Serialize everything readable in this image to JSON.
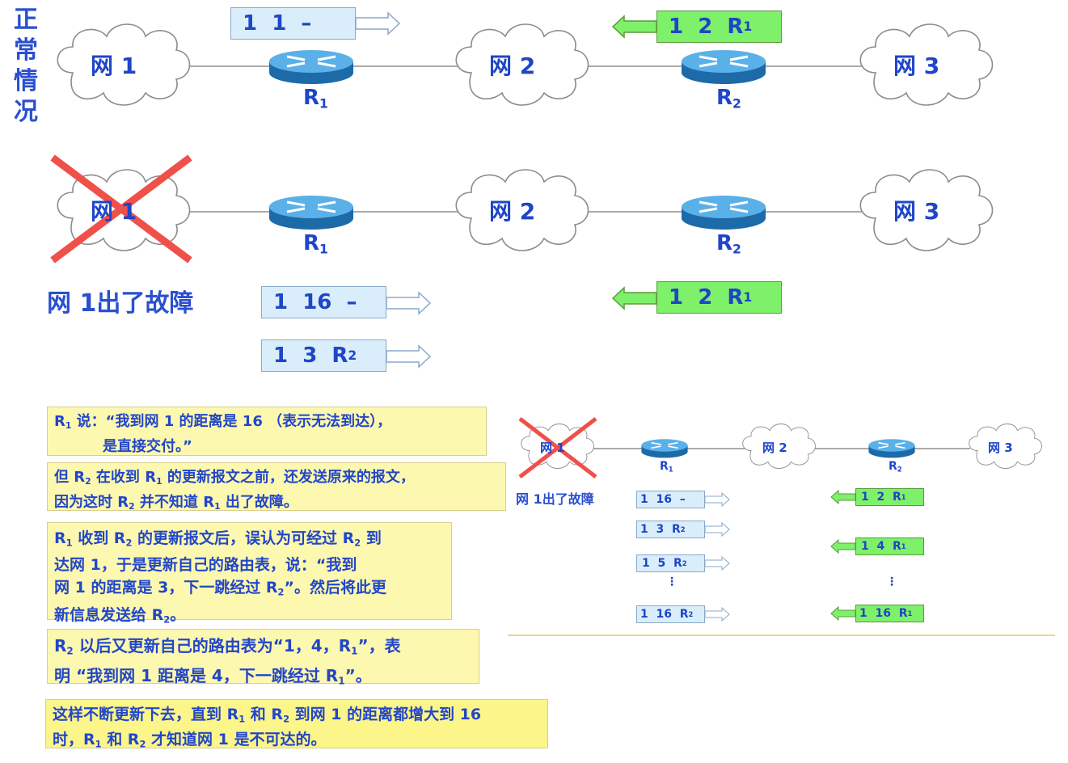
{
  "side_title": [
    "正",
    "常",
    "情",
    "况"
  ],
  "top": {
    "net1": "网 1",
    "net2": "网 2",
    "net3": "网 3",
    "r1": "R",
    "r1_sub": "1",
    "r2": "R",
    "r2_sub": "2",
    "pkt_r1": "1  1  –",
    "pkt_r2": "1  2  R",
    "pkt_r2_sub": "1"
  },
  "mid": {
    "net1": "网 1",
    "net2": "网 2",
    "net3": "网 3",
    "r1": "R",
    "r1_sub": "1",
    "r2": "R",
    "r2_sub": "2",
    "fault": "网 1出了故障",
    "pkt_a": "1  16  –",
    "pkt_b": "1  3  R",
    "pkt_b_sub": "2",
    "pkt_c": "1  2  R",
    "pkt_c_sub": "1"
  },
  "notes": {
    "n1_a": "R",
    "n1_a_sub": "1",
    "n1_b": " 说：“我到网 1 的距离是 16 （表示无法到达），",
    "n1_c": "是直接交付。”",
    "n2_a": "但 R",
    "n2_a_sub": "2",
    "n2_b": " 在收到 R",
    "n2_b_sub": "1",
    "n2_c": " 的更新报文之前，还发送原来的报文，",
    "n2_d": "因为这时 R",
    "n2_d_sub": "2",
    "n2_e": " 并不知道 R",
    "n2_e_sub": "1",
    "n2_f": " 出了故障。",
    "n3_l1a": "R",
    "n3_l1a_sub": "1",
    "n3_l1b": " 收到 R",
    "n3_l1b_sub": "2",
    "n3_l1c": " 的更新报文后，误认为可经过 R",
    "n3_l1c_sub": "2",
    "n3_l1d": " 到",
    "n3_l2": "达网 1，于是更新自己的路由表，说：“我到",
    "n3_l3a": "网 1 的距离是 3，下一跳经过 R",
    "n3_l3a_sub": "2",
    "n3_l3b": "”。然后将此更",
    "n3_l4a": "新信息发送给 R",
    "n3_l4a_sub": "2",
    "n3_l4b": "。",
    "n4_l1a": "R",
    "n4_l1a_sub": "2",
    "n4_l1b": " 以后又更新自己的路由表为“1，4，R",
    "n4_l1b_sub": "1",
    "n4_l1c": "”，表",
    "n4_l2a": "明 “我到网 1 距离是 4，下一跳经过 R",
    "n4_l2a_sub": "1",
    "n4_l2b": "”。",
    "n5_l1a": "这样不断更新下去，直到 R",
    "n5_l1a_sub": "1",
    "n5_l1b": " 和 R",
    "n5_l1b_sub": "2",
    "n5_l1c": " 到网 1 的距离都增大到 16",
    "n5_l2a": "时，R",
    "n5_l2a_sub": "1",
    "n5_l2b": " 和 R",
    "n5_l2b_sub": "2",
    "n5_l2c": " 才知道网 1 是不可达的。"
  },
  "mini": {
    "net1": "网 1",
    "net2": "网 2",
    "net3": "网 3",
    "r1": "R",
    "r1_sub": "1",
    "r2": "R",
    "r2_sub": "2",
    "fault": "网 1出了故障",
    "left_pkts": [
      {
        "text": "1  16  –",
        "sub": ""
      },
      {
        "text": "1  3  R",
        "sub": "2"
      },
      {
        "text": "1  5  R",
        "sub": "2"
      },
      {
        "text": "1  16  R",
        "sub": "2"
      }
    ],
    "right_pkts": [
      {
        "text": "1  2  R",
        "sub": "1"
      },
      {
        "text": "1  4  R",
        "sub": "1"
      },
      {
        "text": "1  16  R",
        "sub": "1"
      }
    ],
    "dots": "⋮"
  },
  "colors": {
    "text_blue": "#1f45c8",
    "packet_blue": "#d9eefa",
    "packet_green": "#7ef06a",
    "note_yellow": "#fdf8b0",
    "cross_red": "#f0504a",
    "router_blue": "#2e86c8"
  }
}
